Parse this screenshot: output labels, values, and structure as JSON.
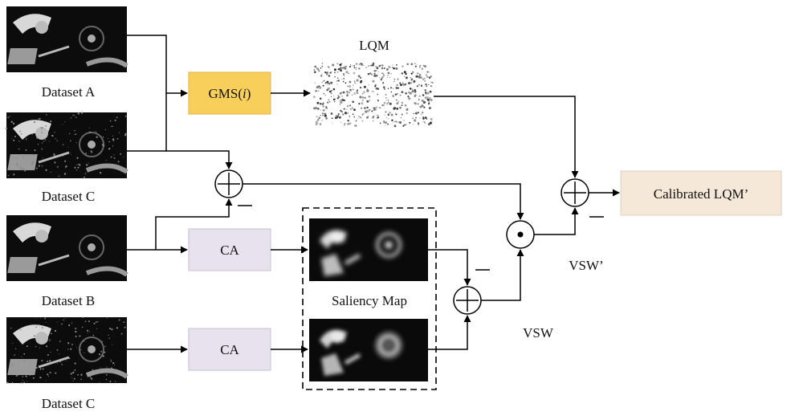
{
  "datasets": {
    "a": "Dataset A",
    "c_top": "Dataset C",
    "b": "Dataset B",
    "c_bottom": "Dataset C"
  },
  "blocks": {
    "gms": "GMS(",
    "gms_var": "i",
    "gms_close": ")",
    "ca_top": "CA",
    "ca_bottom": "CA",
    "calibrated": "Calibrated LQM’"
  },
  "labels": {
    "lqm": "LQM",
    "saliency": "Saliency Map",
    "vsw": "VSW",
    "vsw_prime": "VSW’"
  },
  "operators": {
    "plus": "+",
    "dot": "⊙"
  },
  "colors": {
    "gms_fill": "#f9cf5b",
    "ca_fill": "#e8e2ee",
    "calibrated_fill": "#f5e8d8",
    "line": "#000000"
  }
}
